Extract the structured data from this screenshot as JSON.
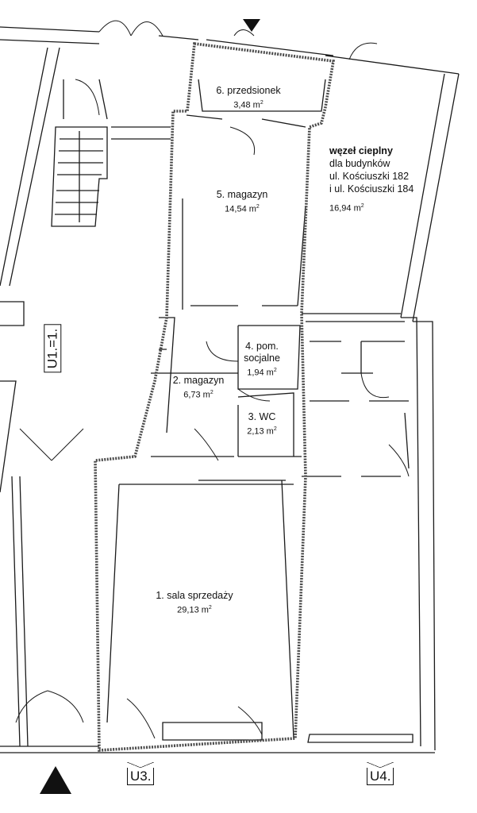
{
  "rooms": [
    {
      "number": "6. przedsionek",
      "area": "3,48 m",
      "unit_sup": "2"
    },
    {
      "number": "5. magazyn",
      "area": "14,54 m",
      "unit_sup": "2"
    },
    {
      "number": "4. pom.",
      "number2": "socjalne",
      "area": "1,94 m",
      "unit_sup": "2"
    },
    {
      "number": "2. magazyn",
      "area": "6,73 m",
      "unit_sup": "2"
    },
    {
      "number": "3. WC",
      "area": "2,13 m",
      "unit_sup": "2"
    },
    {
      "number": "1. sala sprzedaży",
      "area": "29,13 m",
      "unit_sup": "2"
    }
  ],
  "heat_node": {
    "title": "węzeł cieplny",
    "line1": "dla budynków",
    "line2": "ul. Kościuszki 182",
    "line3": "i ul. Kościuszki 184",
    "area": "16,94 m",
    "unit_sup": "2"
  },
  "unit_tags": {
    "u1": "U1.=1.",
    "u3": "U3.",
    "u4": "U4."
  },
  "colors": {
    "wall": "#1a1a1a",
    "boundary": "#555555"
  }
}
